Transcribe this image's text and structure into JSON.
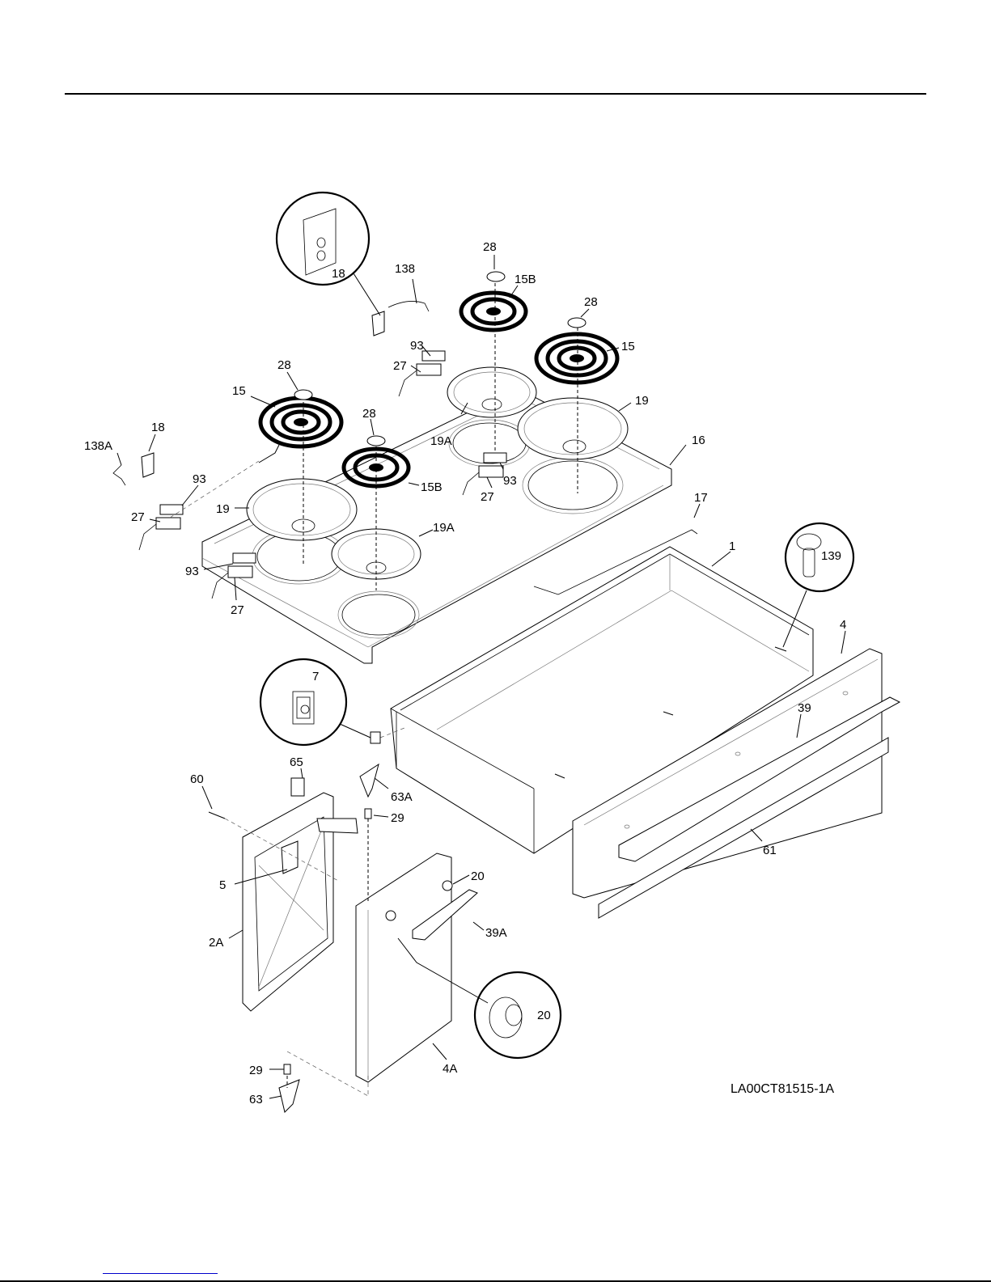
{
  "diagram": {
    "figure_code": "LA00CT81515-1A",
    "part_labels": {
      "p18_callout": "18",
      "p138": "138",
      "p28_rear_left": "28",
      "p15B_rear": "15B",
      "p28_rear_right": "28",
      "p15_right": "15",
      "p93_rear": "93",
      "p27_rear": "27",
      "p28_front_left": "28",
      "p15_left": "15",
      "p28_front_mid": "28",
      "p19A_rear": "19A",
      "p19_right": "19",
      "p16": "16",
      "p138A": "138A",
      "p18_small": "18",
      "p93_left": "93",
      "p27_left": "27",
      "p19_left": "19",
      "p15B_front": "15B",
      "p93_right": "93",
      "p27_right": "27",
      "p19A_front": "19A",
      "p17": "17",
      "p93_front": "93",
      "p27_front": "27",
      "p1": "1",
      "p139": "139",
      "p4": "4",
      "p7": "7",
      "p39": "39",
      "p65": "65",
      "p60": "60",
      "p63A": "63A",
      "p29_top": "29",
      "p61": "61",
      "p5": "5",
      "p20_small": "20",
      "p39A": "39A",
      "p2A": "2A",
      "p20_callout": "20",
      "p29_bottom": "29",
      "p4A": "4A",
      "p63": "63"
    },
    "colors": {
      "line": "#000000",
      "background": "#ffffff",
      "link": "#0000cc"
    }
  }
}
